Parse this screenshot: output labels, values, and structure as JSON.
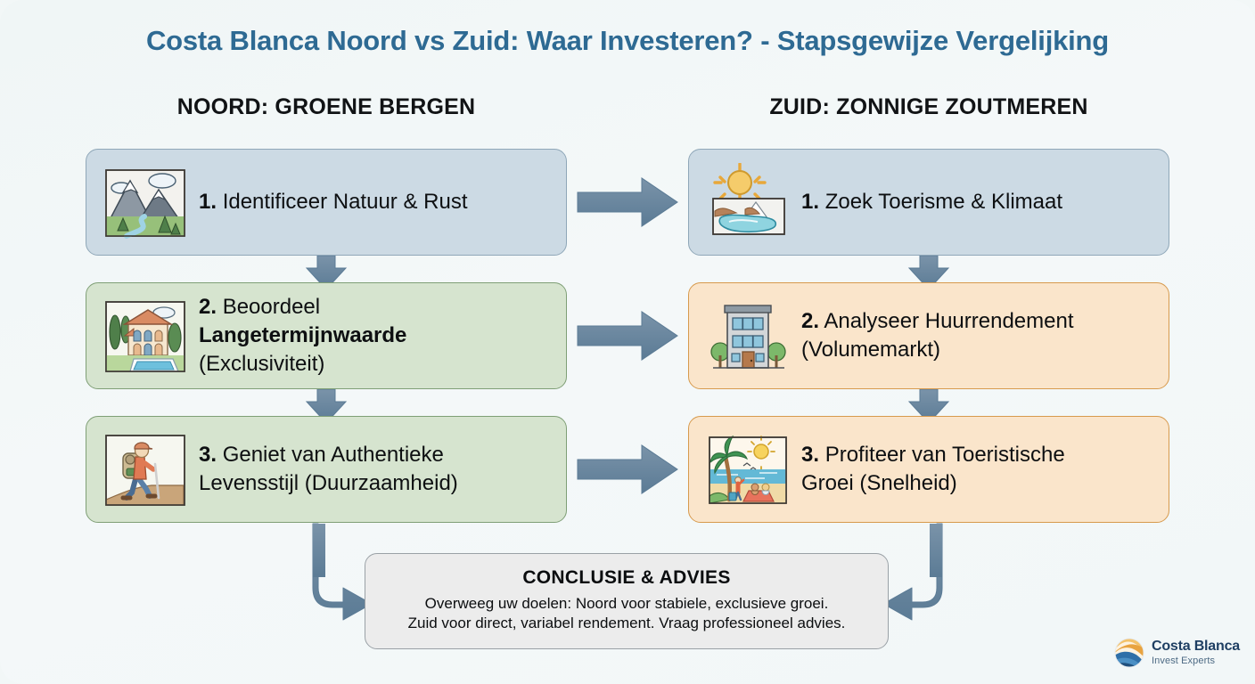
{
  "title": "Costa Blanca Noord vs Zuid: Waar Investeren? - Stapsgewijze Vergelijking",
  "columns": {
    "left_header": "NOORD: GROENE BERGEN",
    "right_header": "ZUID: ZONNIGE ZOUTMEREN"
  },
  "left_steps": [
    {
      "number": "1.",
      "text": "Identificeer Natuur & Rust",
      "icon": "mountain-landscape-icon",
      "style": "blue"
    },
    {
      "number": "2.",
      "line1": "Beoordeel",
      "line2_bold": "Langetermijnwaarde",
      "line3": "(Exclusiviteit)",
      "icon": "villa-with-pool-icon",
      "style": "green"
    },
    {
      "number": "3.",
      "line1": "Geniet van Authentieke",
      "line2": "Levensstijl (Duurzaamheid)",
      "icon": "hiker-icon",
      "style": "green"
    }
  ],
  "right_steps": [
    {
      "number": "1.",
      "text": "Zoek Toerisme & Klimaat",
      "icon": "sun-over-saltlake-icon",
      "style": "blue"
    },
    {
      "number": "2.",
      "line1": "Analyseer Huurrendement",
      "line2": "(Volumemarkt)",
      "icon": "apartment-building-icon",
      "style": "peach"
    },
    {
      "number": "3.",
      "line1": "Profiteer van Toeristische",
      "line2": "Groei (Snelheid)",
      "icon": "beach-scene-icon",
      "style": "peach"
    }
  ],
  "conclusion": {
    "title": "CONCLUSIE & ADVIES",
    "line1": "Overweeg uw doelen: Noord voor stabiele, exclusieve groei.",
    "line2": "Zuid voor direct, variabel rendement. Vraag professioneel advies."
  },
  "logo": {
    "name": "Costa Blanca",
    "tagline": "Invest Experts",
    "mark": "sun-wave-circle-icon"
  },
  "colors": {
    "title": "#2e6a93",
    "arrow": "#64819a",
    "box_blue_bg": "#ccdae4",
    "box_blue_border": "#8fa7b8",
    "box_green_bg": "#d6e4cf",
    "box_green_border": "#7f9f76",
    "box_peach_bg": "#fae5cb",
    "box_peach_border": "#d79a4d",
    "conclusion_bg": "#ececec",
    "conclusion_border": "#9aa1a6",
    "background": "#f2f7f8"
  }
}
